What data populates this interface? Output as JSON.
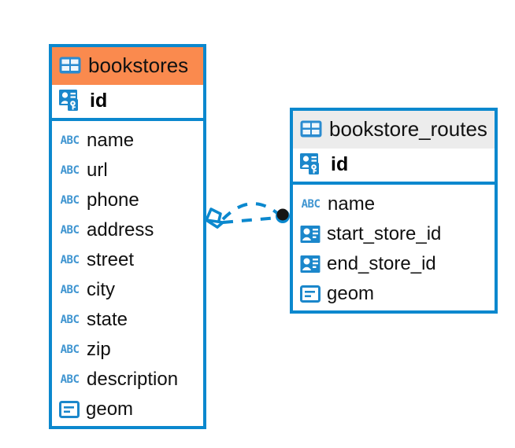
{
  "diagram": {
    "title": "Entity relationship diagram",
    "background_color": "#ffffff",
    "accent_color": "#0b88ce",
    "highlight_color": "#fa8a4e",
    "header_grey_color": "#ececec"
  },
  "entities": [
    {
      "name": "bookstores",
      "header_icon": "table-icon",
      "header_style": "orange",
      "primary_key": {
        "label": "id",
        "icon": "primary-key-icon"
      },
      "fields": [
        {
          "label": "name",
          "icon": "abc-text-icon",
          "type": "text"
        },
        {
          "label": "url",
          "icon": "abc-text-icon",
          "type": "text"
        },
        {
          "label": "phone",
          "icon": "abc-text-icon",
          "type": "text"
        },
        {
          "label": "address",
          "icon": "abc-text-icon",
          "type": "text"
        },
        {
          "label": "street",
          "icon": "abc-text-icon",
          "type": "text"
        },
        {
          "label": "city",
          "icon": "abc-text-icon",
          "type": "text"
        },
        {
          "label": "state",
          "icon": "abc-text-icon",
          "type": "text"
        },
        {
          "label": "zip",
          "icon": "abc-text-icon",
          "type": "text"
        },
        {
          "label": "description",
          "icon": "abc-text-icon",
          "type": "text"
        },
        {
          "label": "geom",
          "icon": "geometry-icon",
          "type": "geometry"
        }
      ]
    },
    {
      "name": "bookstore_routes",
      "header_icon": "table-icon",
      "header_style": "grey",
      "primary_key": {
        "label": "id",
        "icon": "primary-key-icon"
      },
      "fields": [
        {
          "label": "name",
          "icon": "abc-text-icon",
          "type": "text"
        },
        {
          "label": "start_store_id",
          "icon": "foreign-key-icon",
          "type": "reference"
        },
        {
          "label": "end_store_id",
          "icon": "foreign-key-icon",
          "type": "reference"
        },
        {
          "label": "geom",
          "icon": "geometry-icon",
          "type": "geometry"
        }
      ]
    }
  ],
  "relationship": {
    "source_entity": "bookstores",
    "target_entity": "bookstore_routes",
    "source_marker": "diamond-marker",
    "target_marker": "filled-circle-marker",
    "line_style": "dashed",
    "line_color": "#0b88ce",
    "edge_count": 2
  }
}
